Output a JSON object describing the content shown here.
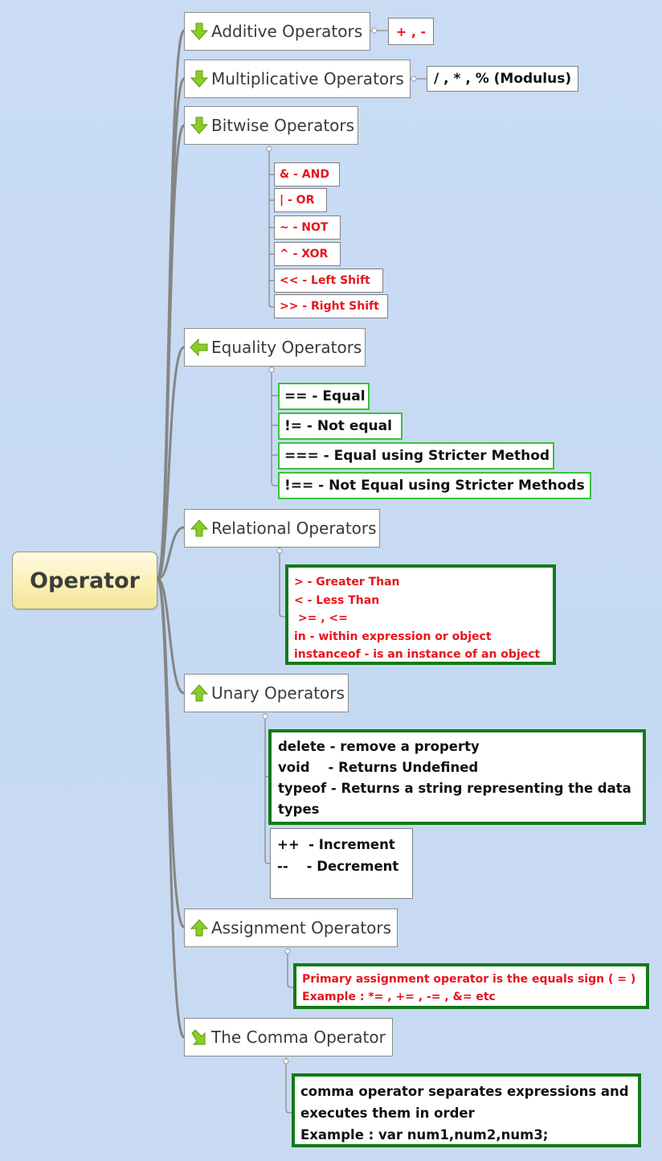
{
  "root": {
    "label": "Operator"
  },
  "topics": [
    {
      "label": "Additive Operators",
      "icon": "arrow-down-icon"
    },
    {
      "label": "Multiplicative Operators",
      "icon": "arrow-down-icon"
    },
    {
      "label": "Bitwise Operators",
      "icon": "arrow-down-icon"
    },
    {
      "label": "Equality Operators",
      "icon": "arrow-left-icon"
    },
    {
      "label": "Relational Operators",
      "icon": "arrow-up-icon"
    },
    {
      "label": "Unary Operators",
      "icon": "arrow-up-icon"
    },
    {
      "label": "Assignment Operators",
      "icon": "arrow-up-icon"
    },
    {
      "label": "The Comma Operator",
      "icon": "arrow-down-right-icon"
    }
  ],
  "additive": {
    "items": [
      "+ , -"
    ]
  },
  "multiplicative": {
    "items": [
      "/ , * , % (Modulus)"
    ]
  },
  "bitwise": {
    "items": [
      "& - AND",
      "| - OR",
      "~ - NOT",
      "^ - XOR",
      "<< - Left Shift",
      ">> - Right Shift"
    ]
  },
  "equality": {
    "items": [
      "== - Equal",
      "!= - Not equal",
      "=== - Equal using Stricter Method",
      "!== - Not Equal using Stricter Methods"
    ]
  },
  "relational": {
    "lines": [
      ">  - Greater Than",
      "<  - Less Than",
      " >= , <=",
      "in - within expression or object",
      "instanceof  - is an instance of an object"
    ]
  },
  "unary": {
    "box1": [
      "delete - remove a property",
      "void    - Returns Undefined",
      "typeof - Returns a string representing the data",
      "types"
    ],
    "box2": [
      "++  - Increment",
      "--    - Decrement"
    ]
  },
  "assignment": {
    "lines": [
      "Primary assignment operator is the equals sign ( = )",
      "Example : *= , += , -= , &= etc"
    ]
  },
  "comma": {
    "lines": [
      "comma operator separates expressions and",
      "executes them in order",
      "Example : var num1,num2,num3;"
    ]
  },
  "colors": {
    "red_text": "#e8141c",
    "green_thin": "#3cc13c",
    "green_thick": "#127a18",
    "root_fill": "#fbefb3",
    "background": "#c9dcf4"
  }
}
